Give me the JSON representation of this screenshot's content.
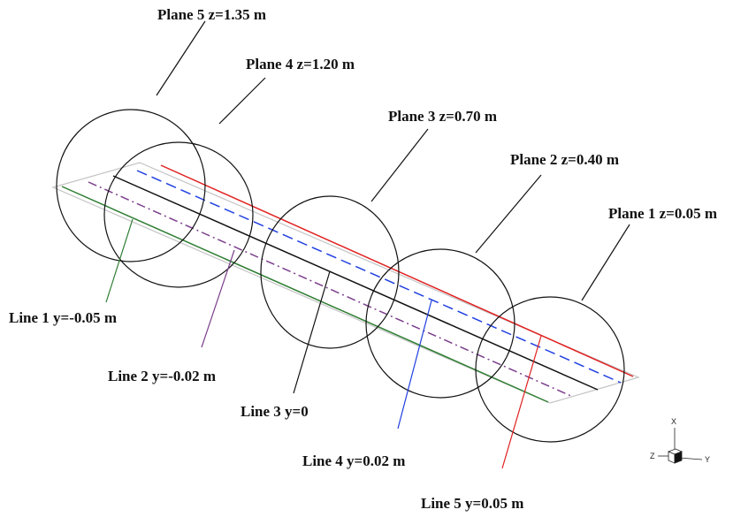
{
  "diagram": {
    "planes": [
      {
        "id": "plane-1",
        "label": "Plane 1 z=0.05 m"
      },
      {
        "id": "plane-2",
        "label": "Plane 2 z=0.40 m"
      },
      {
        "id": "plane-3",
        "label": "Plane 3 z=0.70 m"
      },
      {
        "id": "plane-4",
        "label": "Plane 4 z=1.20 m"
      },
      {
        "id": "plane-5",
        "label": "Plane 5 z=1.35 m"
      }
    ],
    "lines": [
      {
        "id": "line-1",
        "label": "Line 1 y=-0.05 m",
        "color": "#2e7d32",
        "style": "solid"
      },
      {
        "id": "line-2",
        "label": "Line 2 y=-0.02 m",
        "color": "#7b3f8c",
        "style": "dash-dot"
      },
      {
        "id": "line-3",
        "label": "Line 3 y=0",
        "color": "#111111",
        "style": "solid"
      },
      {
        "id": "line-4",
        "label": "Line 4 y=0.02 m",
        "color": "#1f3fe0",
        "style": "dashed"
      },
      {
        "id": "line-5",
        "label": "Line 5 y=0.05 m",
        "color": "#e02020",
        "style": "solid"
      }
    ],
    "axis_triad": {
      "x": "X",
      "y": "Y",
      "z": "Z"
    },
    "colors": {
      "plane_circle": "#111111",
      "domain_outline": "#bbbbbb",
      "leader": "#111111"
    }
  }
}
